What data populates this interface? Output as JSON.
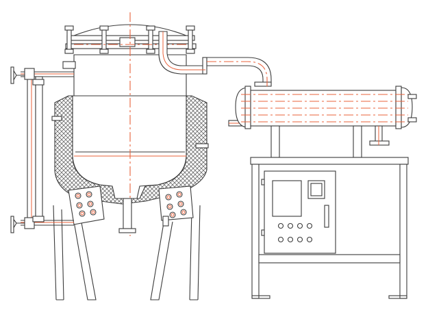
{
  "colors": {
    "outline": "#3a3a3a",
    "centerline": "#e8603a",
    "background": "#ffffff",
    "insulation_hatch": "#6a6a6a"
  },
  "control_panel": {
    "button_rows": [
      4,
      4
    ]
  },
  "heat_exchanger": {
    "tube_rows": 5
  },
  "tank": {
    "top_clamps": 4,
    "outlet_valves_per_bank": 6
  }
}
